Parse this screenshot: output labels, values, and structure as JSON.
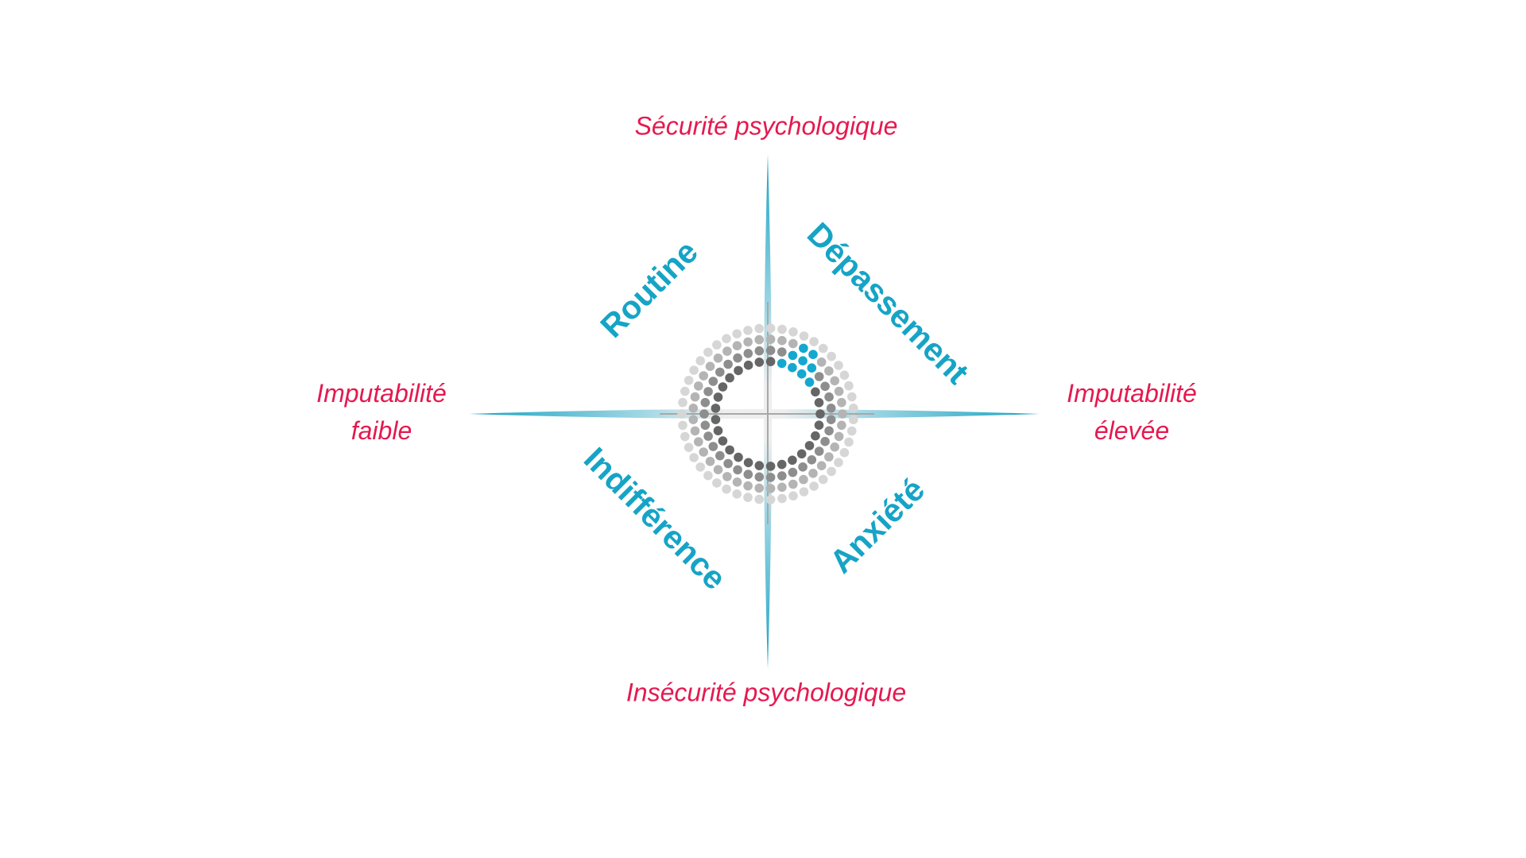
{
  "axes": {
    "top": "Sécurité psychologique",
    "bottom": "Insécurité psychologique",
    "left_line1": "Imputabilité",
    "left_line2": "faible",
    "right_line1": "Imputabilité",
    "right_line2": "élevée"
  },
  "quadrants": {
    "top_left": "Routine",
    "top_right": "Dépassement",
    "bottom_left": "Indifférence",
    "bottom_right": "Anxiété"
  },
  "colors": {
    "axis_label": "#e5194f",
    "quadrant_label": "#16a4c6",
    "accent_dots": "#14a8d0",
    "arm_tip": "#1aa3c2"
  }
}
